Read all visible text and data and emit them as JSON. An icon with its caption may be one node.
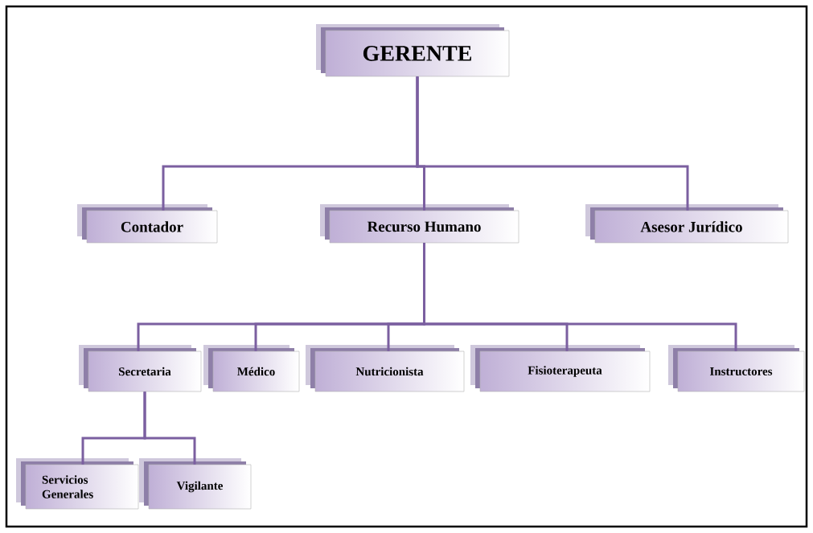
{
  "diagram": {
    "nodes": [
      {
        "text": [
          "GERENTE"
        ]
      },
      {
        "text": [
          "Contador"
        ]
      },
      {
        "text": [
          "Recurso Humano"
        ]
      },
      {
        "text": [
          "Asesor Jurídico"
        ]
      },
      {
        "text": [
          "Secretaria"
        ]
      },
      {
        "text": [
          "Médico"
        ]
      },
      {
        "text": [
          "Nutricionista"
        ]
      },
      {
        "text": [
          "Fisioterapeuta"
        ]
      },
      {
        "text": [
          "Instructores"
        ]
      },
      {
        "text": [
          "Servicios Generales"
        ]
      },
      {
        "text": [
          "Vigilante"
        ]
      }
    ],
    "edges": [
      {
        "from": 0,
        "to": 1,
        "arrow": "none"
      },
      {
        "from": 0,
        "to": 2,
        "arrow": "none"
      },
      {
        "from": 0,
        "to": 3,
        "arrow": "none"
      },
      {
        "from": 2,
        "to": 4,
        "arrow": "none"
      },
      {
        "from": 2,
        "to": 5,
        "arrow": "none"
      },
      {
        "from": 2,
        "to": 6,
        "arrow": "none"
      },
      {
        "from": 2,
        "to": 7,
        "arrow": "none"
      },
      {
        "from": 2,
        "to": 8,
        "arrow": "none"
      },
      {
        "from": 4,
        "to": 9,
        "arrow": "none"
      },
      {
        "from": 4,
        "to": 10,
        "arrow": "none"
      }
    ]
  }
}
